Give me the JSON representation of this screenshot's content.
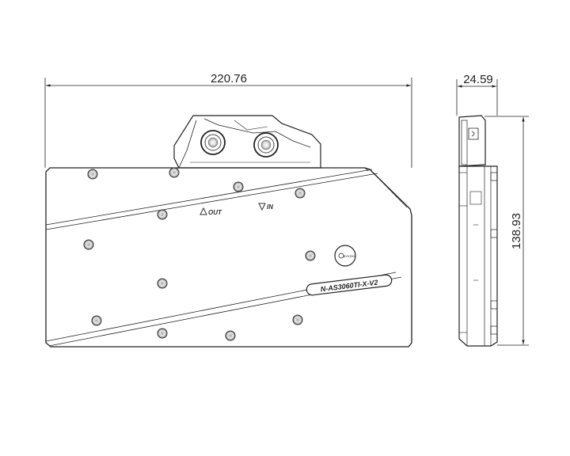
{
  "drawing": {
    "front_view": {
      "width_dimension": "220.76",
      "port_labels": {
        "out": "OUT",
        "in": "IN"
      },
      "model_plate": "N-AS3060TI-X-V2",
      "logo_text": "BYKSKI"
    },
    "side_view": {
      "thickness_dimension": "24.59",
      "height_dimension": "138.93"
    },
    "colors": {
      "line": "#222222",
      "fill": "#ffffff"
    }
  }
}
